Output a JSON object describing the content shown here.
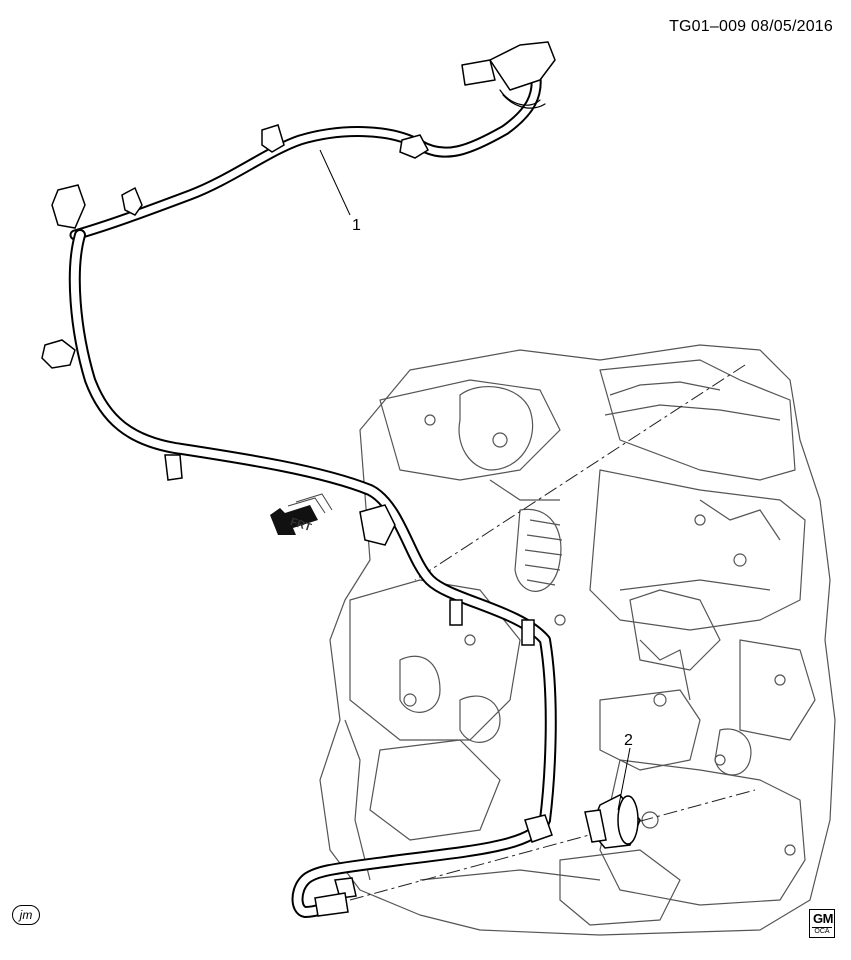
{
  "header": {
    "doc_id": "TG01–009  08/05/2016"
  },
  "callouts": [
    {
      "number": "1"
    },
    {
      "number": "2"
    }
  ],
  "front_indicator": {
    "label": "FRT",
    "icon": "front-arrow-icon"
  },
  "footer": {
    "jm_badge": "jm",
    "logo": {
      "brand": "GM",
      "sub": "OCA",
      "icon": "gm-logo"
    }
  },
  "colors": {
    "line": "#000000",
    "engine_line": "#555555",
    "background": "#ffffff"
  }
}
